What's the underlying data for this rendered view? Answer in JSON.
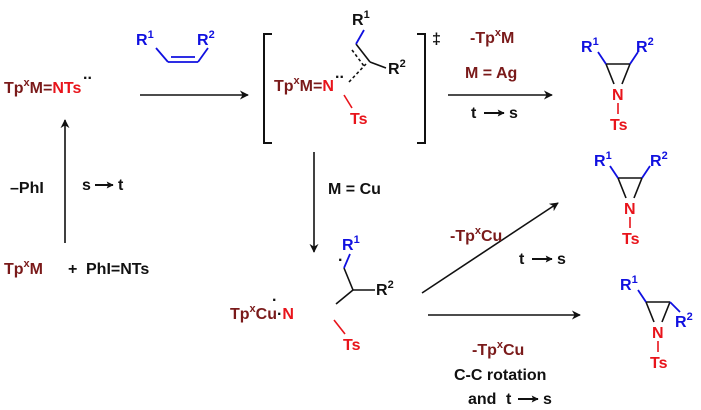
{
  "reactants": {
    "metal_complex": {
      "prefix": "Tp",
      "sup": "x",
      "metal": "M"
    },
    "iodinane": "PhI=NTs",
    "plus": "+"
  },
  "nitrene": {
    "complex": "Tp",
    "sup": "x",
    "metal": "M",
    "bond": "=",
    "n_dots": "..",
    "group": "NTs"
  },
  "alkene": {
    "r1": "R",
    "r1_sup": "1",
    "r2": "R",
    "r2_sup": "2"
  },
  "step1": {
    "loss": "–PhI",
    "spin_from": "s",
    "spin_to": "t"
  },
  "transition_state": {
    "complex": "Tp",
    "sup": "x",
    "metal": "M",
    "bond": "=",
    "n": "N",
    "n_dots": "..",
    "ts": "Ts",
    "r1": "R",
    "r1_sup": "1",
    "r2": "R",
    "r2_sup": "2",
    "dagger": "‡"
  },
  "ag_path": {
    "loss": "-Tp",
    "loss_sup": "x",
    "loss_metal": "M",
    "condition": "M = Ag",
    "spin_from": "t",
    "spin_to": "s"
  },
  "cu_branch": {
    "label": "M = Cu"
  },
  "radical_intermediate": {
    "complex": "Tp",
    "sup": "x",
    "metal": "Cu",
    "radical_dot": "·",
    "n": "N",
    "ts": "Ts",
    "r1": "R",
    "r1_sup": "1",
    "r2": "R",
    "r2_sup": "2"
  },
  "cu_path_upper": {
    "loss": "-Tp",
    "loss_sup": "x",
    "loss_metal": "Cu",
    "spin_from": "t",
    "spin_to": "s"
  },
  "cu_path_lower": {
    "loss": "-Tp",
    "loss_sup": "x",
    "loss_metal": "Cu",
    "line1": "C-C rotation",
    "line2_prefix": "and",
    "spin_from": "t",
    "spin_to": "s"
  },
  "aziridine": {
    "r1": "R",
    "r1_sup": "1",
    "r2": "R",
    "r2_sup": "2",
    "n": "N",
    "ts": "Ts"
  },
  "colors": {
    "metal": "#7a1a1a",
    "nitrogen": "#e8141b",
    "substituent": "#1010e0",
    "text": "#111111"
  }
}
